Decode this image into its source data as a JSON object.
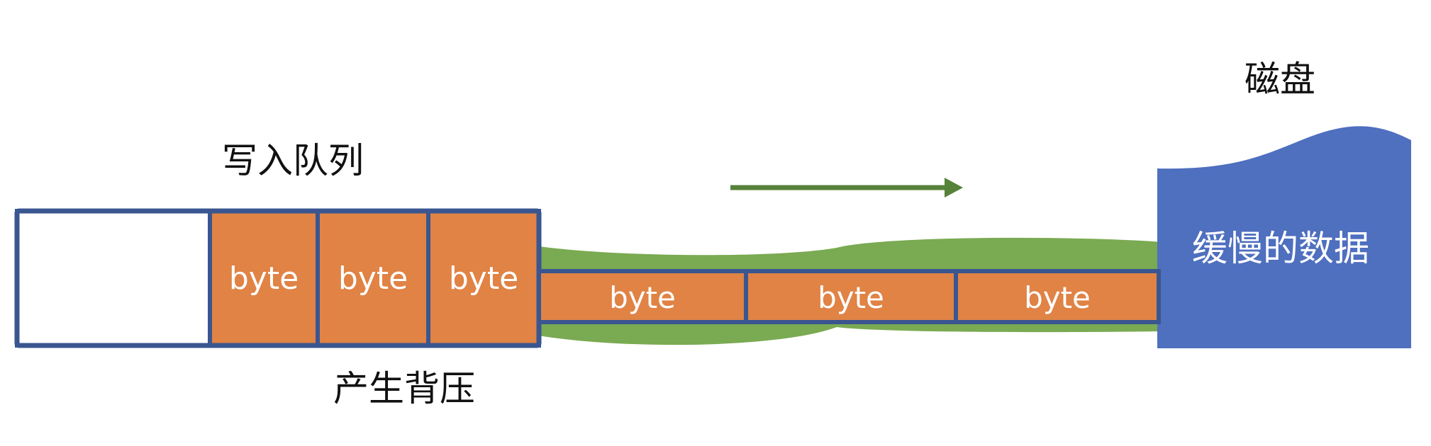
{
  "labels": {
    "disk": "磁盘",
    "write_queue": "写入队列",
    "backpressure": "产生背压",
    "slow_data": "缓慢的数据"
  },
  "queue_cells": [
    "",
    "byte",
    "byte",
    "byte"
  ],
  "pipe_cells": [
    "byte",
    "byte",
    "byte"
  ],
  "colors": {
    "cell_fill": "#E08345",
    "cell_border": "#3A5690",
    "pipe_green": "#7AAA52",
    "arrow_green": "#56823A",
    "disk_blue": "#4F6FBF",
    "disk_text": "#ffffff"
  },
  "icons": {
    "flow_arrow": "right-arrow-icon"
  }
}
